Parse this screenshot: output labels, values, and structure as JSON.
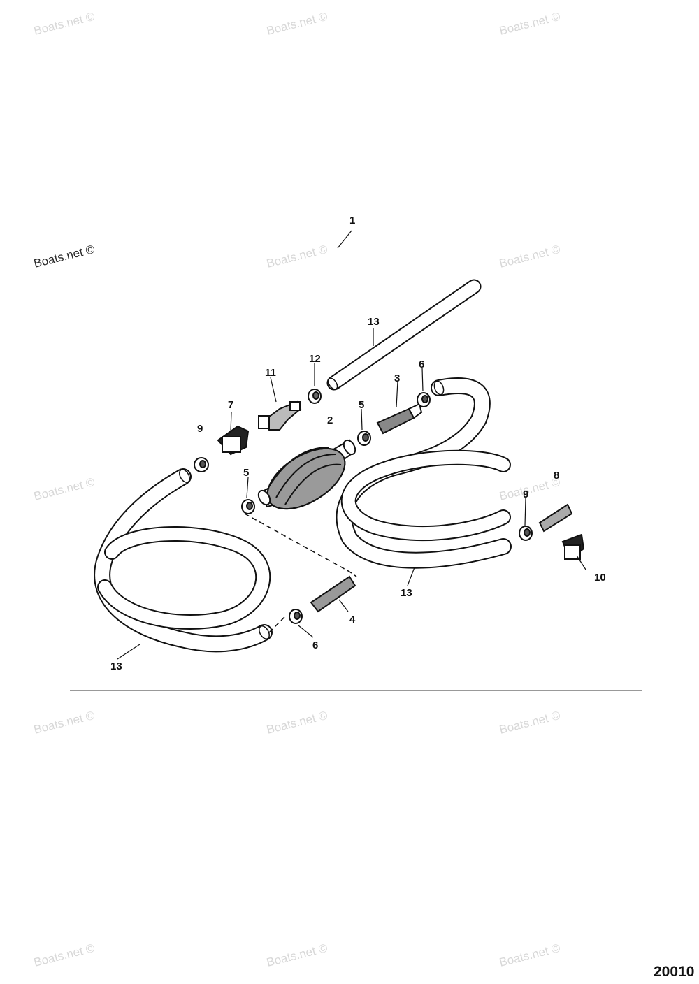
{
  "watermark_text": "Boats.net ©",
  "figure_number": "20010",
  "callouts": [
    "1",
    "13",
    "12",
    "11",
    "7",
    "9",
    "5",
    "2",
    "3",
    "6",
    "5",
    "8",
    "9",
    "10",
    "13",
    "4",
    "6",
    "13"
  ]
}
